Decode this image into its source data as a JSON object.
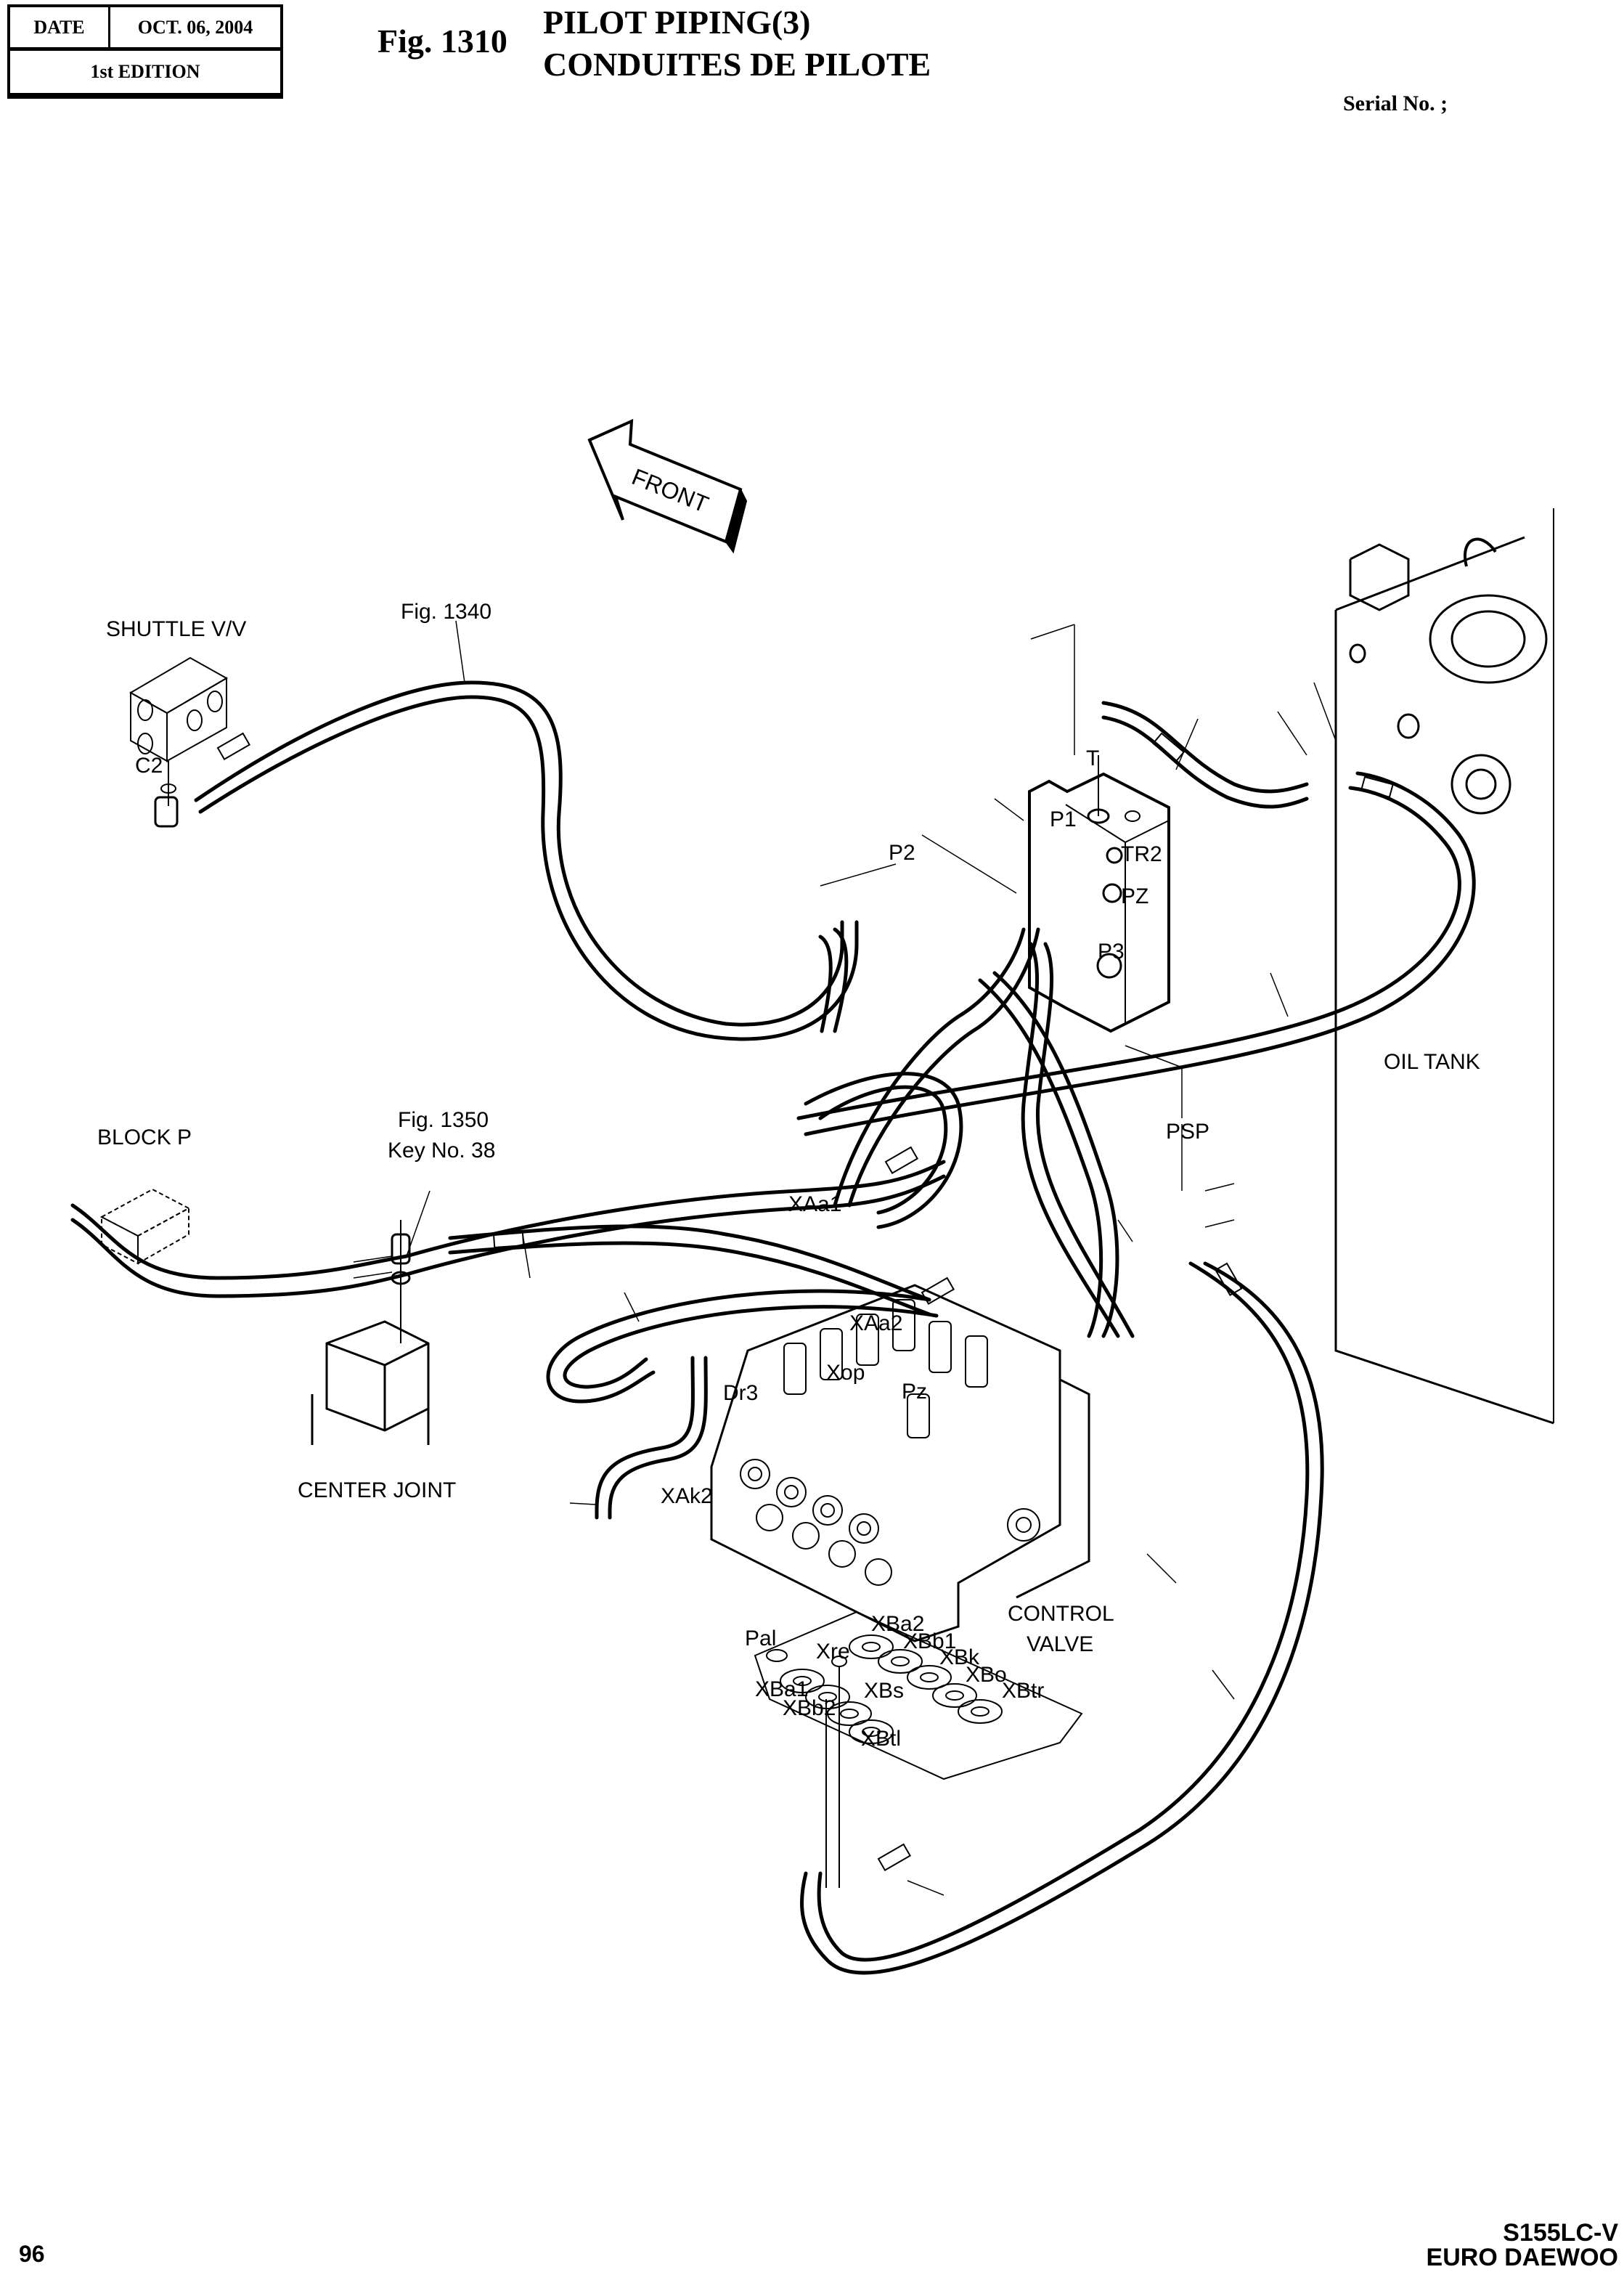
{
  "header": {
    "date_label": "DATE",
    "date_value": "OCT. 06, 2004",
    "edition": "1st EDITION",
    "figure_number": "Fig. 1310",
    "title_en": "PILOT PIPING(3)",
    "title_fr": "CONDUITES DE PILOTE",
    "serial_label": "Serial No. ;"
  },
  "footer": {
    "page_number": "96",
    "model": "S155LC-V",
    "brand": "EURO DAEWOO"
  },
  "diagram": {
    "direction_arrow": "FRONT",
    "components": {
      "shuttle_valve": "SHUTTLE V/V",
      "block_p": "BLOCK P",
      "center_joint": "CENTER JOINT",
      "oil_tank": "OIL TANK",
      "control_valve_line1": "CONTROL",
      "control_valve_line2": "VALVE"
    },
    "references": {
      "fig_1340": "Fig. 1340",
      "fig_1350": "Fig. 1350",
      "key_no": "Key No. 38"
    },
    "ports": {
      "C2": "C2",
      "T": "T",
      "P1": "P1",
      "TR2": "TR2",
      "PZ": "PZ",
      "P3": "P3",
      "P2": "P2",
      "PSP": "PSP",
      "XAa1": "XAa1",
      "XAa2": "XAa2",
      "Xop": "Xop",
      "Pz": "Pz",
      "Dr3": "Dr3",
      "XAk2": "XAk2",
      "Pal": "Pal",
      "XBa2": "XBa2",
      "Xre": "Xre",
      "XBb1": "XBb1",
      "XBk": "XBk",
      "XBo": "XBo",
      "XBa1": "XBa1",
      "XBs": "XBs",
      "XBtr": "XBtr",
      "XBb2": "XBb2",
      "XBtl": "XBtl"
    }
  }
}
